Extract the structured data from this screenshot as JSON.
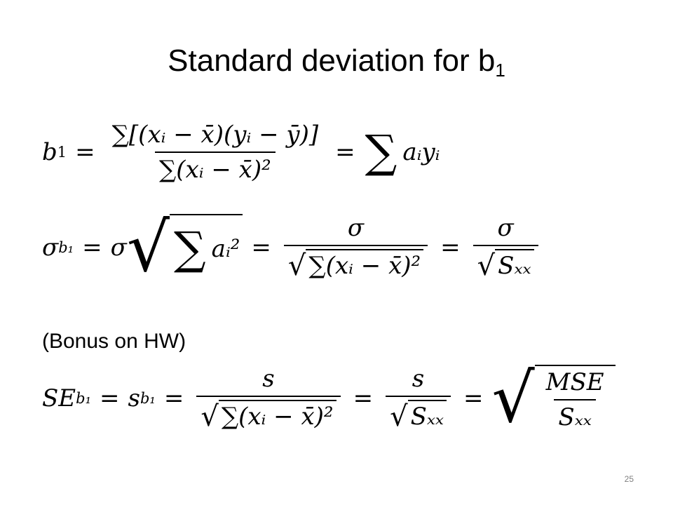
{
  "slide": {
    "title_main": "Standard deviation for b",
    "title_sub": "1",
    "bonus_note": "(Bonus on HW)",
    "page_number": "25"
  },
  "equations": {
    "eq1": {
      "lhs": "b",
      "lhs_sub": "1",
      "numerator": "∑[(xᵢ − x̄)(yᵢ − ȳ)]",
      "denominator": "∑(xᵢ − x̄)²",
      "rhs_coef": "aᵢyᵢ"
    },
    "eq2": {
      "lhs": "σ",
      "lhs_sub": "b₁",
      "sigma": "σ",
      "term": "aᵢ²",
      "frac1_num": "σ",
      "frac1_den": "∑(xᵢ − x̄)²",
      "frac2_num": "σ",
      "frac2_den": "Sₓₓ"
    },
    "eq3": {
      "lhs": "SE",
      "lhs_sub": "b₁",
      "s_term": "s",
      "s_sub": "b₁",
      "frac1_num": "s",
      "frac1_den": "∑(xᵢ − x̄)²",
      "frac2_num": "s",
      "frac2_den": "Sₓₓ",
      "frac3_num": "MSE",
      "frac3_den": "Sₓₓ"
    }
  }
}
